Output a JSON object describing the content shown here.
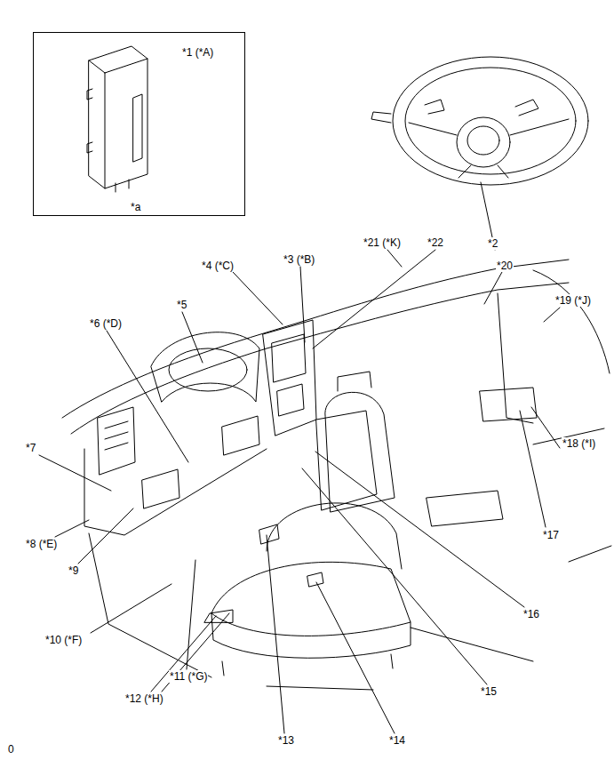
{
  "diagram": {
    "nodes": [
      {
        "text": [
          "*1 (*A)",
          "*a"
        ]
      }
    ],
    "labels": [
      "*2",
      "*22",
      "*4 (*C)",
      "*3 (*B)",
      "*21 (*K)",
      "*20",
      "*19 (*J)",
      "*5",
      "*6 (*D)",
      "*7",
      "*18 (*I)",
      "*8 (*E)",
      "*17",
      "*9",
      "*16",
      "*10 (*F)",
      "*11 (*G)",
      "*15",
      "*12 (*H)",
      "*13",
      "*14",
      "0"
    ]
  }
}
